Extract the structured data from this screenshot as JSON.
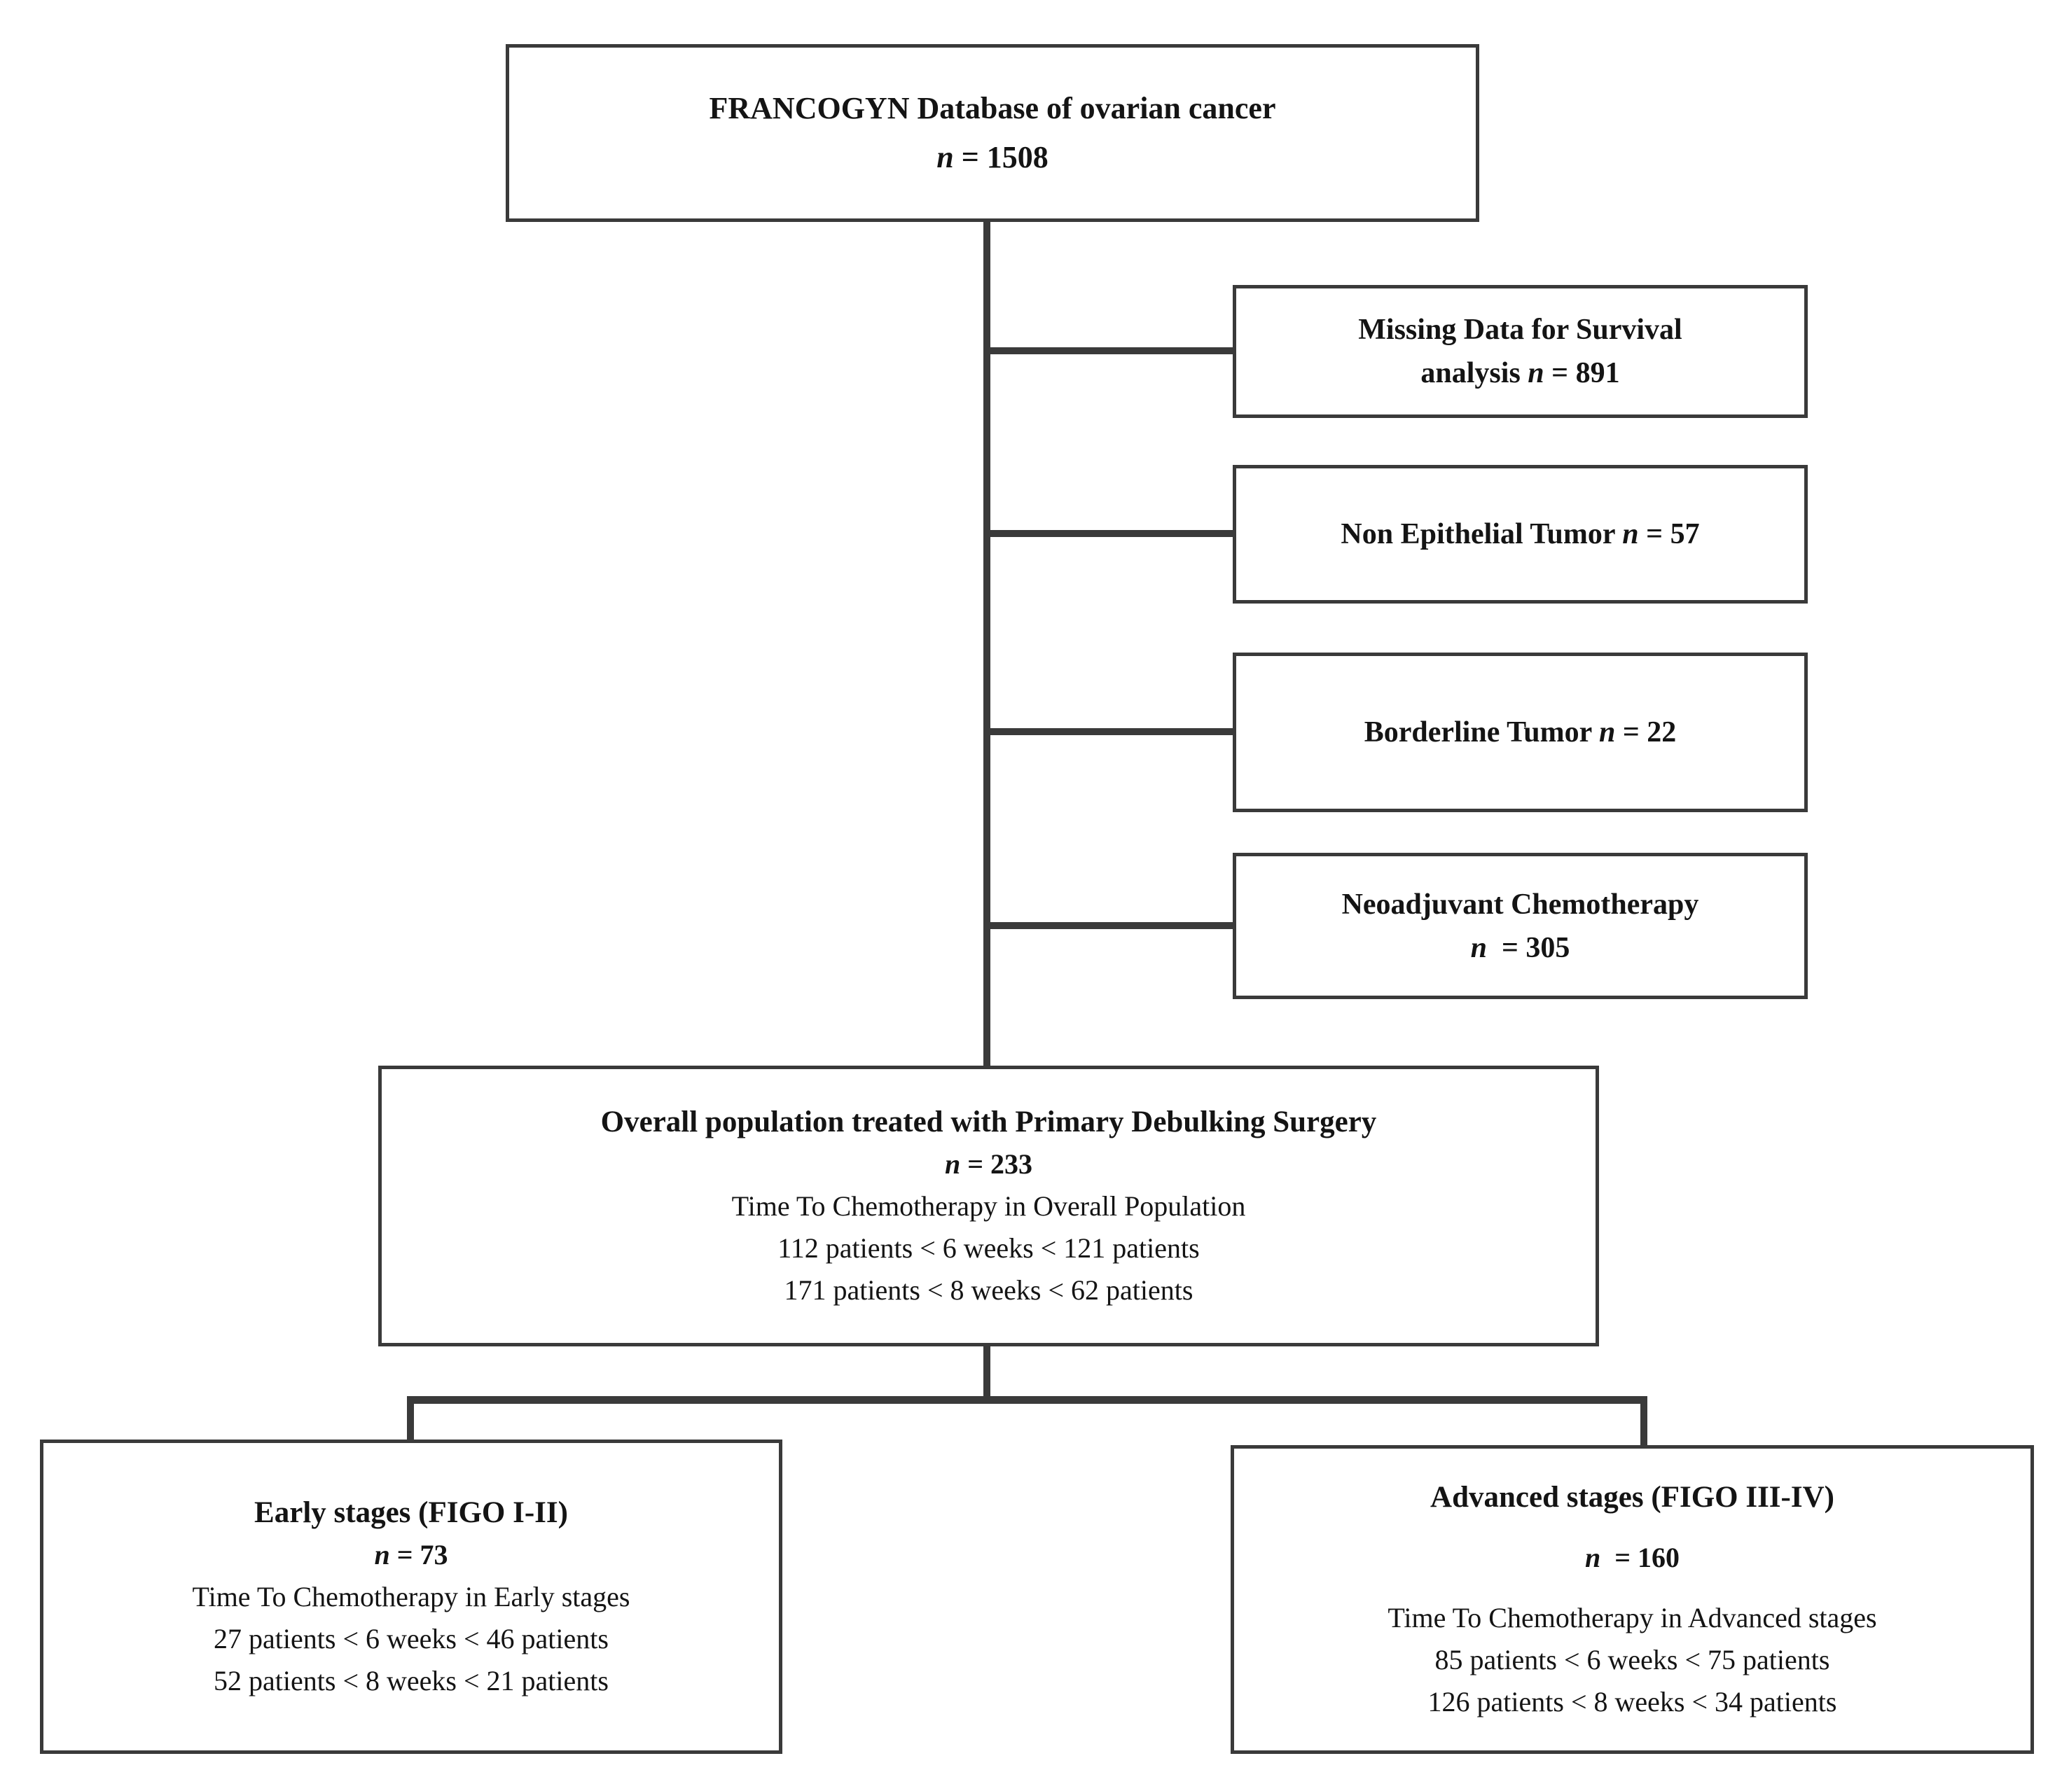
{
  "colors": {
    "line": "#3a3a3a",
    "text": "#141414",
    "background": "#ffffff"
  },
  "top_box": {
    "title": "FRANCOGYN Database of ovarian cancer",
    "n": "n",
    "eq": "= 1508"
  },
  "exclusions": {
    "missing": {
      "line1": "Missing Data for Survival",
      "line2_pre": "analysis",
      "n": "n",
      "eq": "= 891"
    },
    "non_epithelial": {
      "pre": "Non Epithelial Tumor",
      "n": "n",
      "eq": "= 57"
    },
    "borderline": {
      "pre": "Borderline Tumor",
      "n": "n",
      "eq": "= 22"
    },
    "neoadjuvant": {
      "line1": "Neoadjuvant Chemotherapy",
      "n": "n",
      "eq": "= 305"
    }
  },
  "overall_box": {
    "title": "Overall population treated with Primary Debulking Surgery",
    "n": "n",
    "eq": "= 233",
    "subtitle": "Time To Chemotherapy in Overall Population",
    "ttc6": "112 patients < 6 weeks < 121 patients",
    "ttc8": "171 patients < 8 weeks < 62 patients"
  },
  "early_box": {
    "title": "Early stages (FIGO I-II)",
    "n": "n",
    "eq": "= 73",
    "subtitle": "Time To Chemotherapy in Early stages",
    "ttc6": "27 patients < 6 weeks < 46 patients",
    "ttc8": "52 patients < 8 weeks < 21 patients"
  },
  "advanced_box": {
    "title": "Advanced stages (FIGO III-IV)",
    "n": "n",
    "eq": "= 160",
    "subtitle": "Time To Chemotherapy in Advanced stages",
    "ttc6": "85 patients < 6 weeks < 75 patients",
    "ttc8": "126 patients < 8 weeks < 34 patients"
  }
}
